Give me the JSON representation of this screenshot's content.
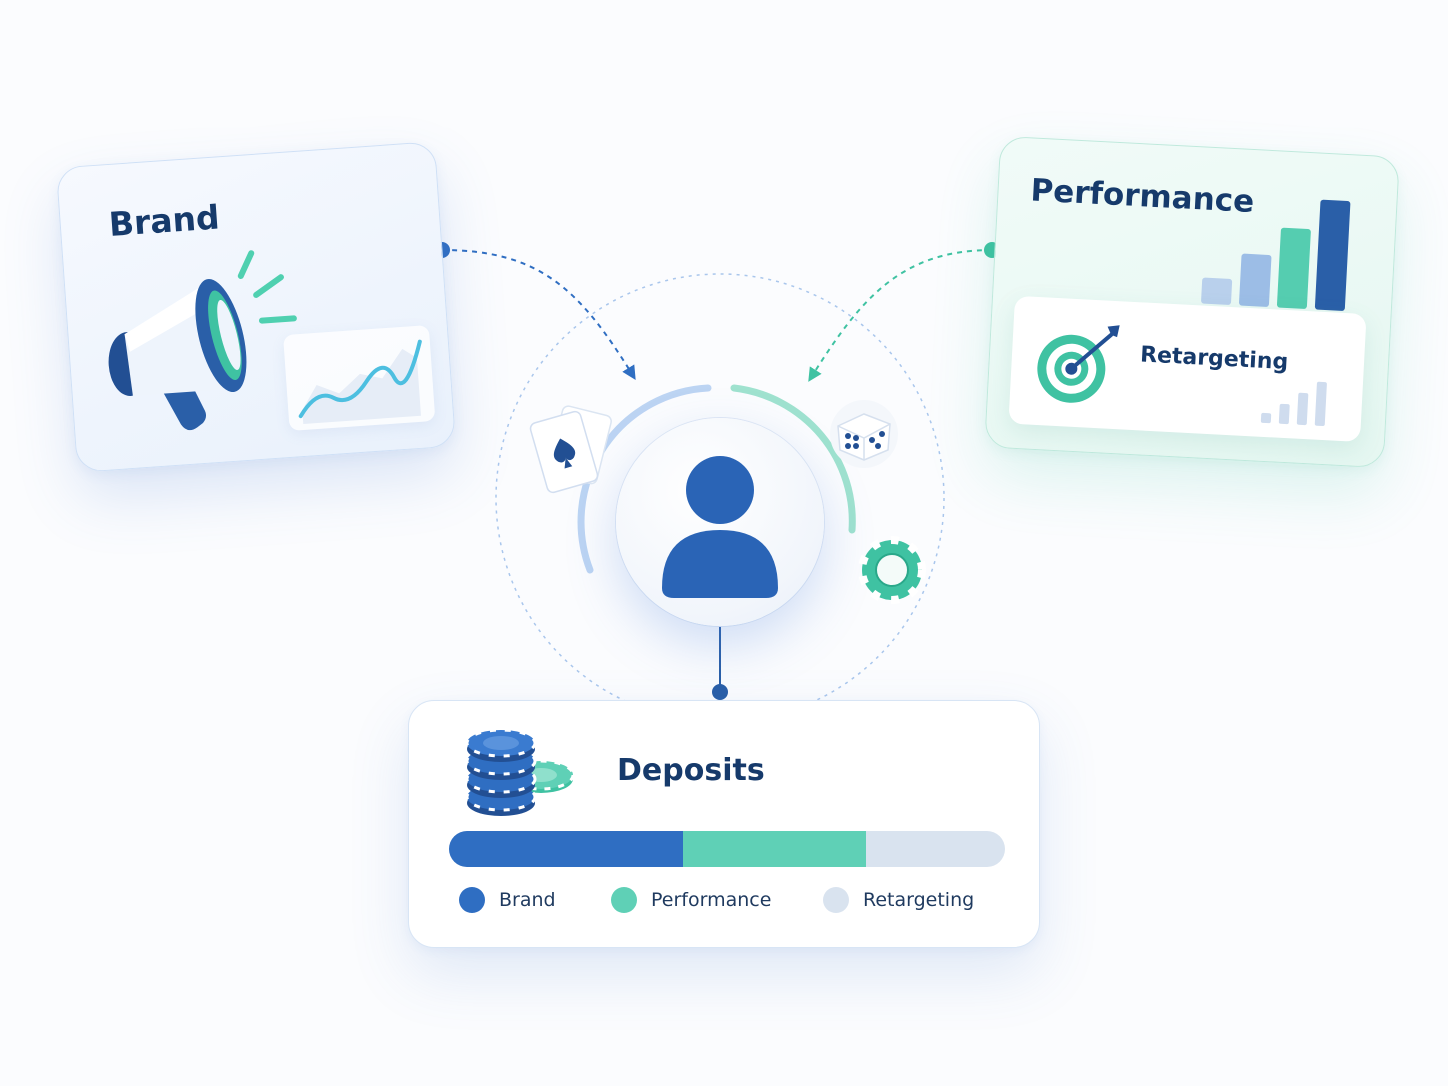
{
  "brand_card": {
    "title": "Brand"
  },
  "performance_card": {
    "title": "Performance",
    "sub_label": "Retargeting"
  },
  "deposits_card": {
    "title": "Deposits",
    "segments": [
      {
        "name": "Brand",
        "fraction": 0.42,
        "color": "#2f6ec2"
      },
      {
        "name": "Performance",
        "fraction": 0.33,
        "color": "#5fd0b6"
      },
      {
        "name": "Retargeting",
        "fraction": 0.25,
        "color": "#d9e3ef"
      }
    ]
  },
  "icons": {
    "megaphone": "megaphone-icon",
    "line_chart": "line-chart-icon",
    "bar_chart": "bar-chart-icon",
    "target": "target-icon",
    "user": "user-icon",
    "cards": "playing-cards-icon",
    "dice": "dice-icon",
    "chip": "poker-chip-icon",
    "chip_stack": "chip-stack-icon"
  },
  "colors": {
    "brand_blue": "#2f6ec2",
    "navy": "#163a6b",
    "performance_teal": "#5fd0b6",
    "retargeting_grey": "#d9e3ef"
  }
}
